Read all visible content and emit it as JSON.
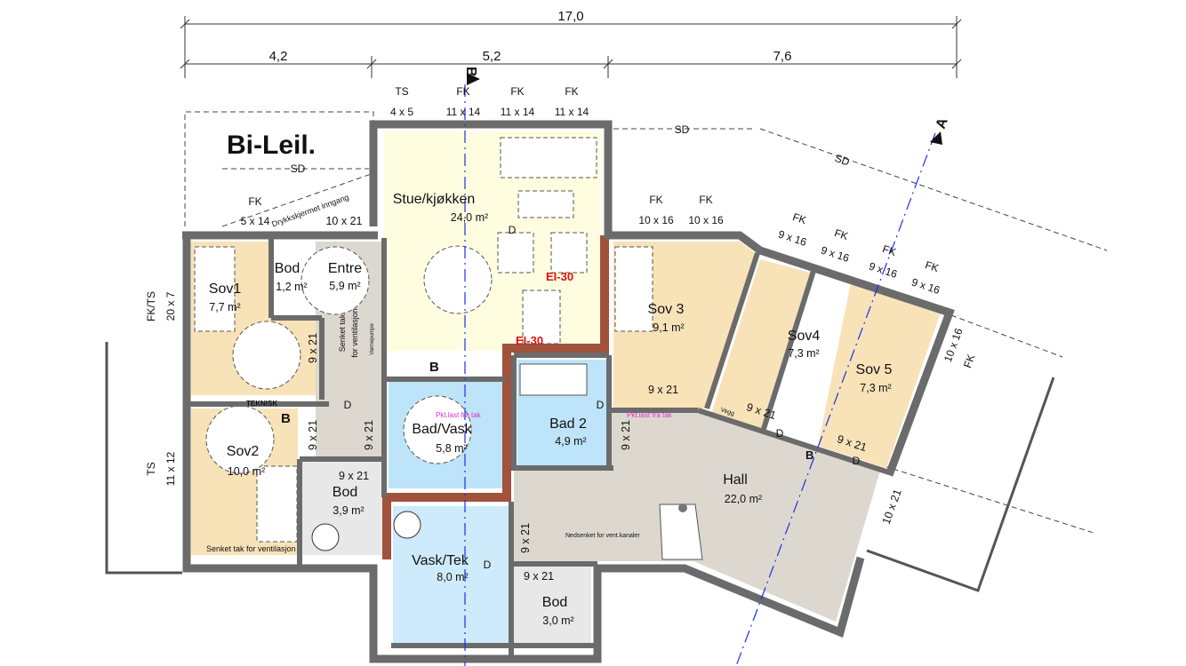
{
  "title": "Bi-Leil.",
  "dimensions": {
    "total": "17,0",
    "seg1": "4,2",
    "seg2": "5,2",
    "seg3": "7,6"
  },
  "section_marks": {
    "a": "A",
    "b": "B"
  },
  "windows": [
    {
      "type": "TS",
      "size": "4 x 5"
    },
    {
      "type": "FK",
      "size": "11 x 14"
    },
    {
      "type": "FK",
      "size": "11 x 14"
    },
    {
      "type": "FK",
      "size": "11 x 14"
    },
    {
      "type": "FK",
      "size": "5 x 14"
    },
    {
      "type": "FK",
      "size": "10 x 16"
    },
    {
      "type": "FK",
      "size": "10 x 16"
    },
    {
      "type": "FK",
      "size": "9 x 16"
    },
    {
      "type": "FK",
      "size": "9 x 16"
    },
    {
      "type": "FK",
      "size": "9 x 16"
    },
    {
      "type": "FK",
      "size": "9 x 16"
    },
    {
      "type": "FK",
      "size": "10 x 16"
    },
    {
      "type": "FK/TS",
      "size": "20 x 7"
    },
    {
      "type": "TS",
      "size": "11 x 12"
    }
  ],
  "rooms": {
    "stue": {
      "name": "Stue/kjøkken",
      "area": "24,0 m²"
    },
    "sov1": {
      "name": "Sov1",
      "area": "7,7 m²"
    },
    "bod1": {
      "name": "Bod",
      "area": "1,2 m²"
    },
    "entre": {
      "name": "Entre",
      "area": "5,9 m²"
    },
    "sov2": {
      "name": "Sov2",
      "area": "10,0 m²"
    },
    "bod2": {
      "name": "Bod",
      "area": "3,9 m²"
    },
    "badvask": {
      "name": "Bad/Vask",
      "area": "5,8 m²"
    },
    "bad2": {
      "name": "Bad 2",
      "area": "4,9 m²"
    },
    "vasktek": {
      "name": "Vask/Tek",
      "area": "8,0 m²"
    },
    "bod3": {
      "name": "Bod",
      "area": "3,0 m²"
    },
    "hall": {
      "name": "Hall",
      "area": "22,0 m²"
    },
    "sov3": {
      "name": "Sov 3",
      "area": "9,1 m²"
    },
    "sov4": {
      "name": "Sov4",
      "area": "7,3 m²"
    },
    "sov5": {
      "name": "Sov 5",
      "area": "7,3 m²"
    }
  },
  "doors": {
    "d921": "9 x 21",
    "d1021": "10 x 21"
  },
  "annotations": {
    "sd": "SD",
    "d": "D",
    "b": "B",
    "entrance": "Drykkskjermet inngang",
    "ei30": "EI-30",
    "teknisk": "TEKNISK",
    "senket_entre_1": "Senket tak",
    "senket_entre_2": "for ventilasjon",
    "varmepumpe": "Varmepumpe",
    "senket_sov2": "Senket tak for ventilasjon",
    "pktlast": "Pkt.last fra tak",
    "nedsenket": "Nedsenket for vent.kanaler",
    "vegg": "Vegg"
  }
}
